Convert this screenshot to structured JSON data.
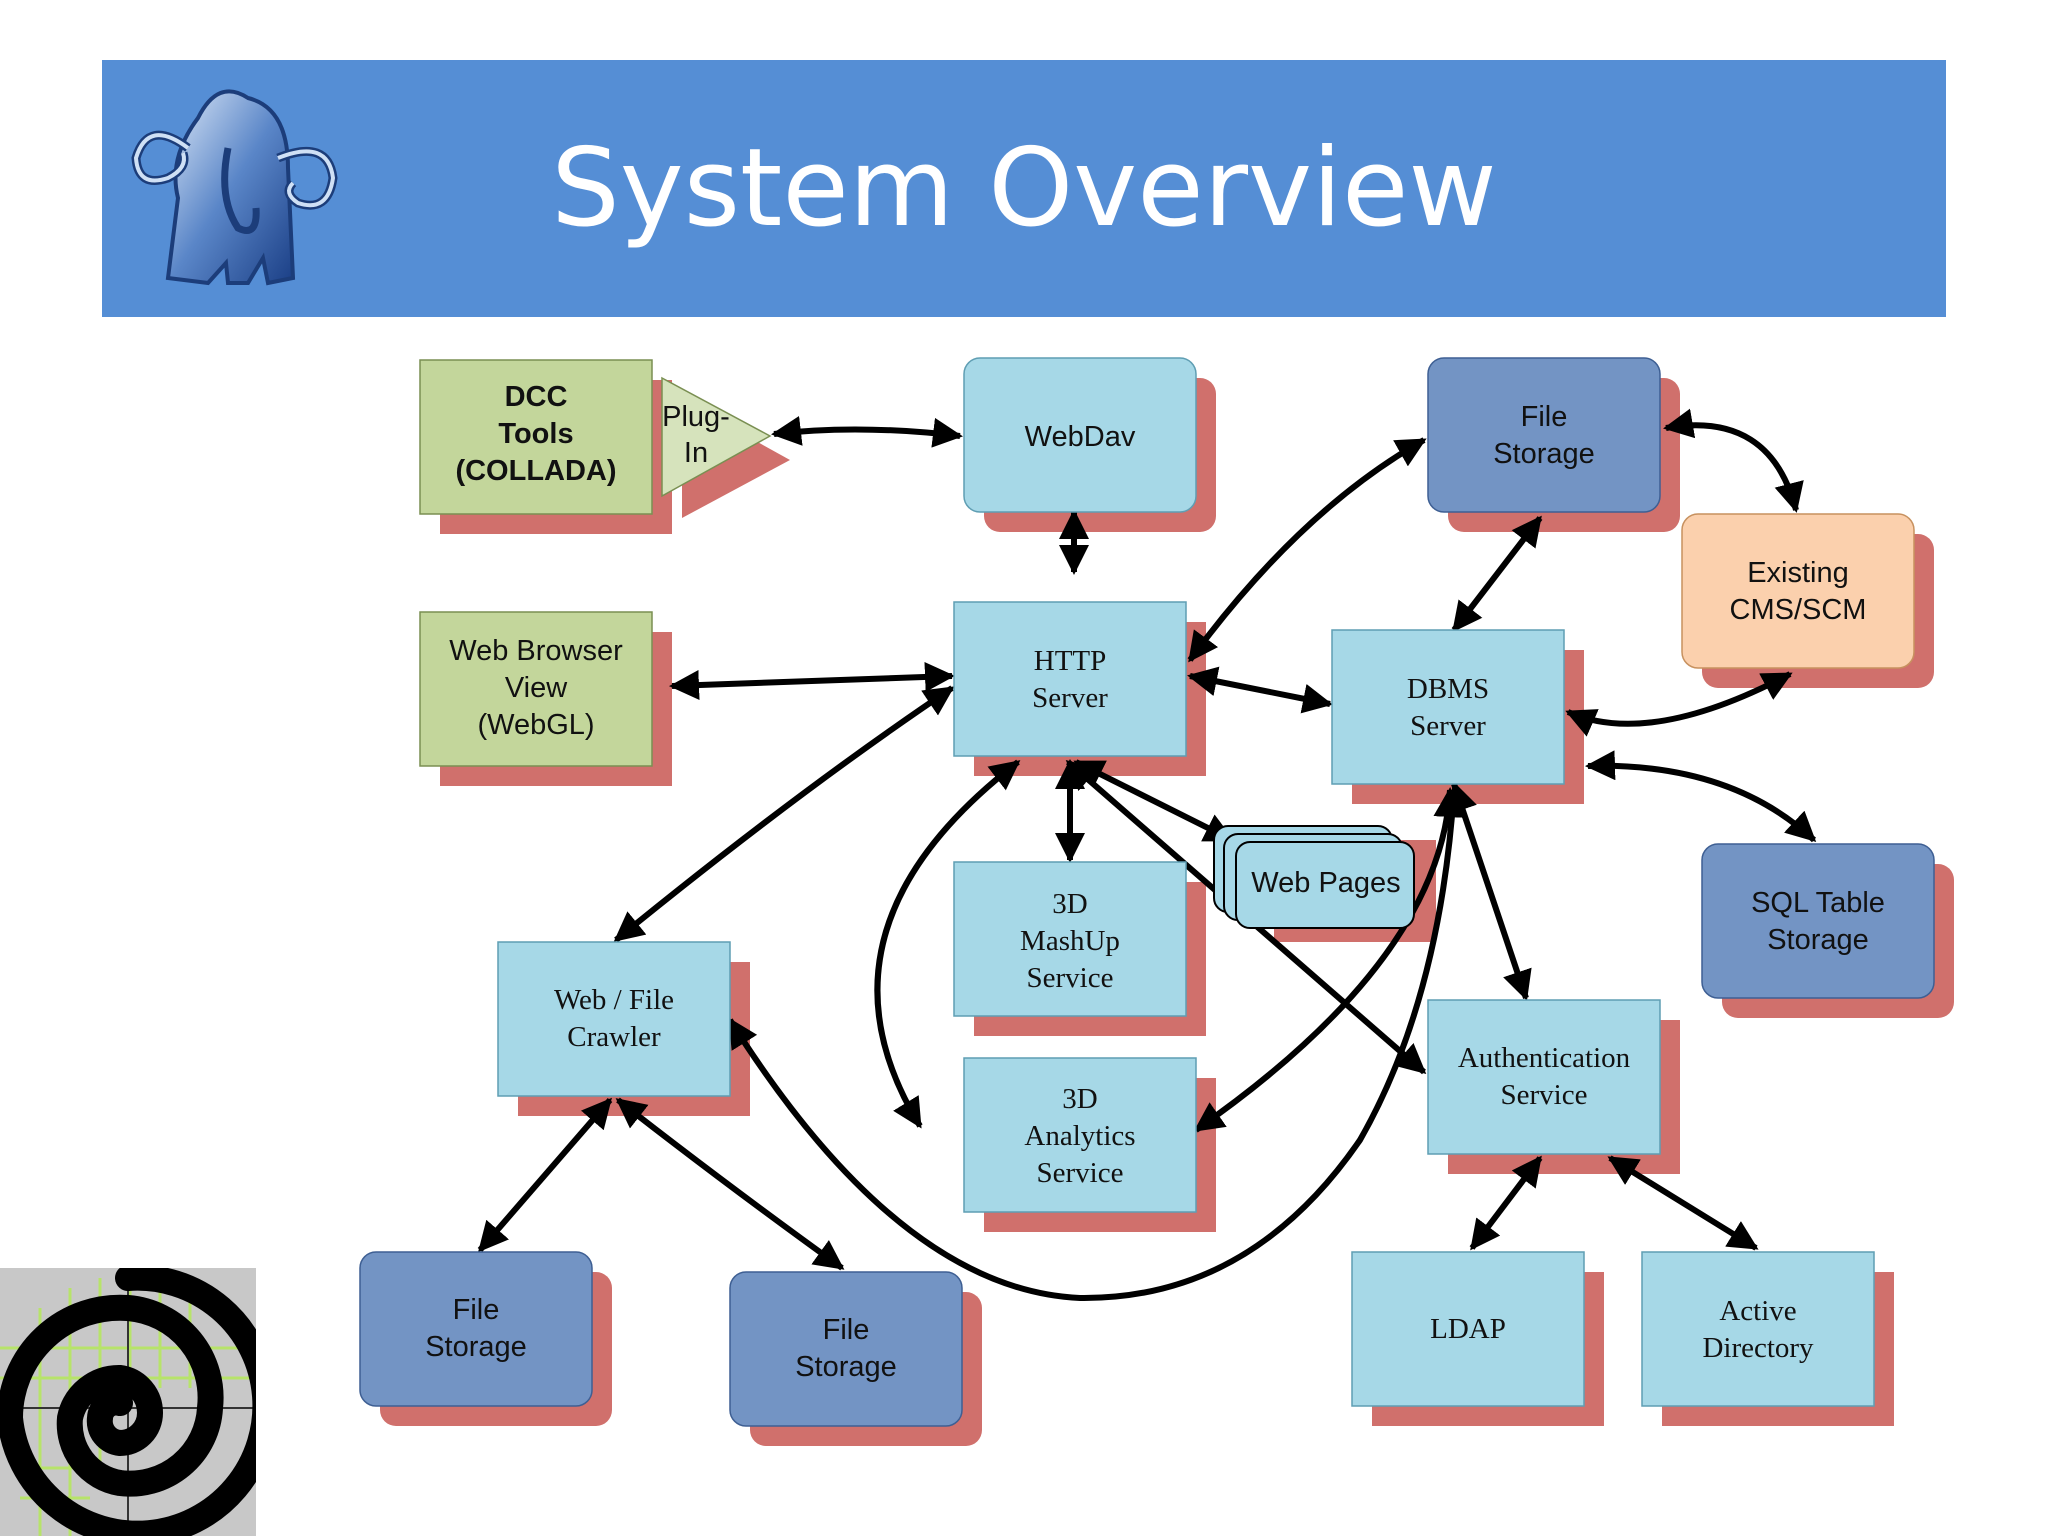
{
  "slide": {
    "title": "System Overview"
  },
  "nodes": {
    "dcc_tools": [
      "DCC",
      "Tools",
      "(COLLADA)"
    ],
    "plugin": [
      "Plug-",
      "In"
    ],
    "webdav": [
      "WebDav"
    ],
    "file_storage_top": [
      "File",
      "Storage"
    ],
    "existing_cms": [
      "Existing",
      "CMS/SCM"
    ],
    "web_browser": [
      "Web Browser",
      "View",
      "(WebGL)"
    ],
    "http_server": [
      "HTTP",
      "Server"
    ],
    "dbms_server": [
      "DBMS",
      "Server"
    ],
    "web_pages": [
      "Web Pages"
    ],
    "sql_table": [
      "SQL Table",
      "Storage"
    ],
    "mashup": [
      "3D",
      "MashUp",
      "Service"
    ],
    "crawler": [
      "Web / File",
      "Crawler"
    ],
    "analytics": [
      "3D",
      "Analytics",
      "Service"
    ],
    "auth": [
      "Authentication",
      "Service"
    ],
    "file_storage_left": [
      "File",
      "Storage"
    ],
    "file_storage_mid": [
      "File",
      "Storage"
    ],
    "ldap": [
      "LDAP"
    ],
    "active_directory": [
      "Active",
      "Directory"
    ]
  },
  "colors": {
    "banner": "#558ed5",
    "green_box": "#c3d69b",
    "light_blue_box": "#a6d8e7",
    "dark_blue_box": "#7394c4",
    "peach_box": "#fbd0ad",
    "shadow": "#d0706c"
  }
}
